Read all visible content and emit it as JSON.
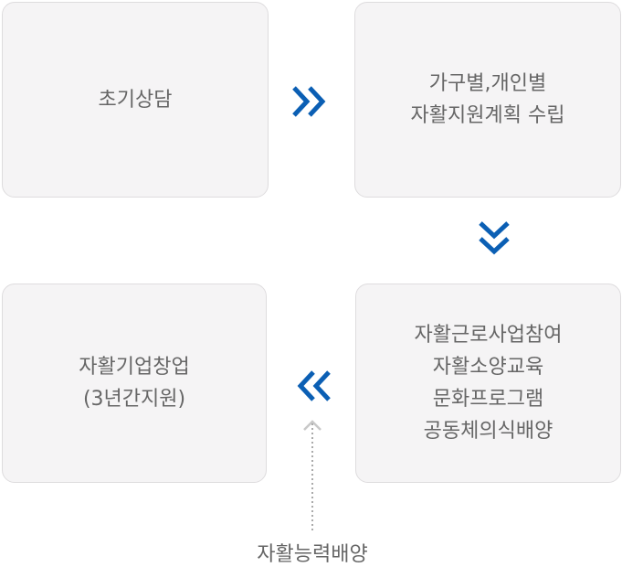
{
  "steps": {
    "initial": {
      "lines": [
        "초기상담"
      ]
    },
    "plan": {
      "lines": [
        "가구별,개인별",
        "자활지원계획 수립"
      ]
    },
    "programs": {
      "lines": [
        "자활근로사업참여",
        "자활소양교육",
        "문화프로그램",
        "공동체의식배양"
      ]
    },
    "startup": {
      "lines": [
        "자활기업창업",
        "(3년간지원)"
      ]
    }
  },
  "capability_label": "자활능력배양",
  "colors": {
    "arrow": "#0b5fb4",
    "box_bg": "#f5f4f5",
    "text": "#666666"
  }
}
